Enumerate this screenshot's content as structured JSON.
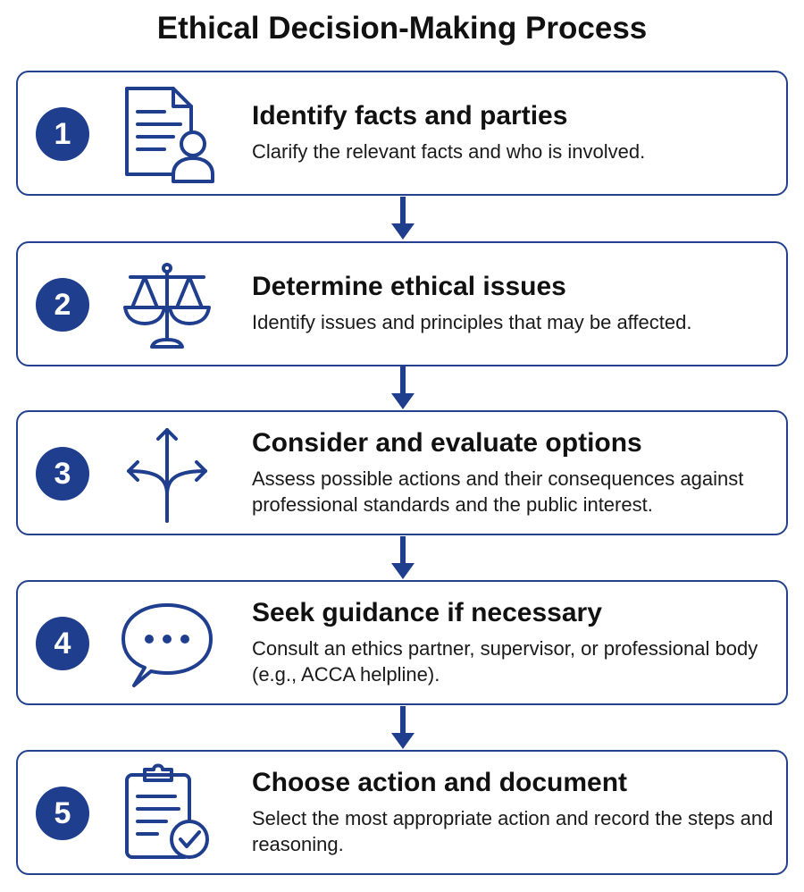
{
  "title": "Ethical Decision-Making Process",
  "colors": {
    "accent": "#1f3f8e",
    "border": "#24418f",
    "text": "#111111",
    "background": "#ffffff"
  },
  "steps": [
    {
      "number": "1",
      "icon": "document-person-icon",
      "title": "Identify facts and parties",
      "description": "Clarify the relevant facts and who is involved."
    },
    {
      "number": "2",
      "icon": "scales-icon",
      "title": "Determine ethical issues",
      "description": "Identify issues and principles that may be affected."
    },
    {
      "number": "3",
      "icon": "branching-arrows-icon",
      "title": "Consider and evaluate options",
      "description": "Assess possible actions and their consequences against professional standards and the public interest."
    },
    {
      "number": "4",
      "icon": "speech-bubble-icon",
      "title": "Seek guidance if necessary",
      "description": "Consult an ethics partner, supervisor, or professional body (e.g., ACCA helpline)."
    },
    {
      "number": "5",
      "icon": "clipboard-check-icon",
      "title": "Choose action and document",
      "description": "Select the most appropriate action and record the steps and reasoning."
    }
  ]
}
